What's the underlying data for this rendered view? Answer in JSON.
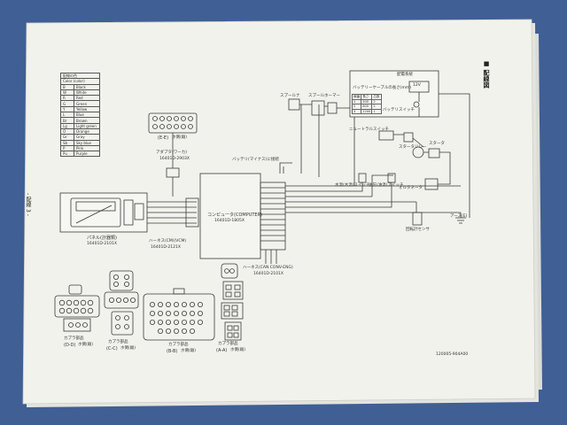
{
  "page": {
    "section_title": "■ 配線図",
    "side_label": "- 配線 3 -",
    "footer_code": "120005-904A00"
  },
  "legend": {
    "header": "配線の色",
    "subheader": "Color (color)",
    "rows": [
      {
        "code": "B",
        "color": "Black"
      },
      {
        "code": "W",
        "color": "White"
      },
      {
        "code": "R",
        "color": "Red"
      },
      {
        "code": "G",
        "color": "Green"
      },
      {
        "code": "Y",
        "color": "Yellow"
      },
      {
        "code": "L",
        "color": "Blue"
      },
      {
        "code": "Br",
        "color": "Brown"
      },
      {
        "code": "Lg",
        "color": "Light green"
      },
      {
        "code": "O",
        "color": "Orange"
      },
      {
        "code": "Gr",
        "color": "Gray"
      },
      {
        "code": "Sb",
        "color": "Sky blue"
      },
      {
        "code": "P",
        "color": "Pink"
      },
      {
        "code": "Pu",
        "color": "Purple"
      }
    ]
  },
  "components": {
    "e_connector": {
      "title": "(E-E)",
      "sub": "ホ側(雌)"
    },
    "adapter": {
      "title": "アダプタ(ワーカ)",
      "part": "16401D-2903X"
    },
    "panel": {
      "title": "パネル(計器類)",
      "part": "16401D-2101X"
    },
    "harness_cm": {
      "title": "ハーネス(CM)(VCM)",
      "part": "16401D-2121X"
    },
    "computer": {
      "title": "コンピュータ(COMPUTER)",
      "part": "16401D-1805X"
    },
    "harness_can": {
      "title": "ハーネス(CAN CONV-ENG)",
      "part": "16401D-2101X"
    },
    "battery_label": "バッテリ(マイナス)に接続",
    "water_temp": "水温(水温)スイッチ",
    "oil_pressure": "油圧(油温)スイッチ",
    "neutral_switch": "ニュートラルスイッチ",
    "starter_relay": "スタータリレー",
    "starter": "スタータ",
    "alternator": "オルタネータ",
    "rotation_sensor": "回転計センサ",
    "earth": "アース(E)",
    "fuse_a": "スプールナ",
    "fuse_b": "スプールホーマー",
    "battery_inset_title": "配電系統",
    "battery_inset_sub": "バッテリーケーブルの長さ(mm)",
    "battery_switch": "バッテリスイッチ",
    "battery_voltage": "12V",
    "inset_table": [
      [
        "線番",
        "長さ",
        "芯数"
      ],
      [
        "1",
        "500",
        "2"
      ],
      [
        "2",
        "800",
        "2"
      ],
      [
        "3",
        "1200",
        "1"
      ]
    ]
  },
  "connectors": {
    "d": {
      "title": "カプラ部品",
      "code": "(D-D)",
      "sub": "ホ側(雌)"
    },
    "c": {
      "title": "カプラ部品",
      "code": "(C-C)",
      "sub": "ホ側(雌)"
    },
    "b": {
      "title": "カプラ部品",
      "code": "(B-B)",
      "sub": "ホ側(雌)"
    },
    "a": {
      "title": "カプラ部品",
      "code": "(A-A)",
      "sub": "ホ側(雌)"
    }
  },
  "colors": {
    "background": "#3f5f95",
    "paper": "#f2f2ed",
    "ink": "#3a3a3a"
  }
}
